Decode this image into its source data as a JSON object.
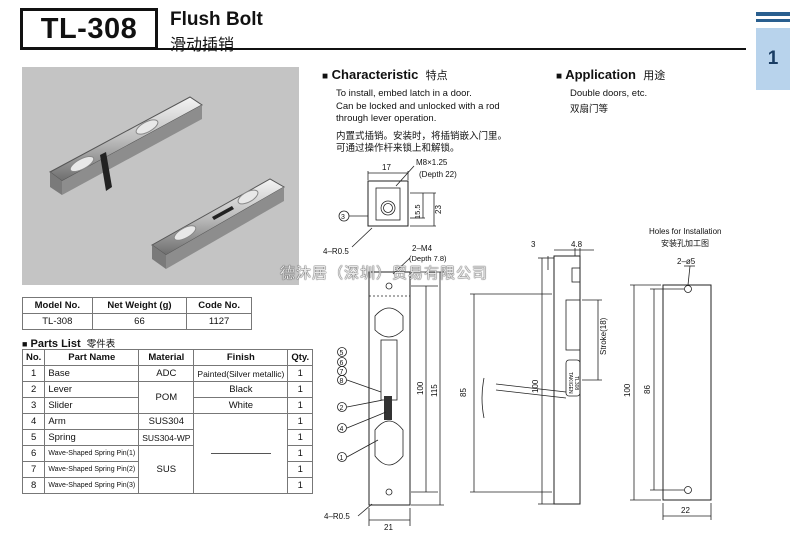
{
  "header": {
    "model": "TL-308",
    "name_en": "Flush Bolt",
    "name_cn": "滑动插销",
    "tab_number": "1"
  },
  "characteristic": {
    "title": "Characteristic",
    "title_cn": "特点",
    "lines_en": [
      "To install, embed latch in a door.",
      "Can be locked and unlocked with a rod",
      "through lever operation."
    ],
    "lines_cn": [
      "内置式插销。安装时，将插销嵌入门里。",
      "可通过操作杆来锁上和解锁。"
    ]
  },
  "application": {
    "title": "Application",
    "title_cn": "用途",
    "line_en": "Double doors, etc.",
    "line_cn": "双扇门等"
  },
  "model_table": {
    "headers": [
      "Model No.",
      "Net Weight (g)",
      "Code No."
    ],
    "row": [
      "TL-308",
      "66",
      "1127"
    ]
  },
  "parts": {
    "title": "Parts List",
    "title_cn": "零件表",
    "headers": [
      "No.",
      "Part Name",
      "Material",
      "Finish",
      "Qty."
    ],
    "rows": [
      {
        "no": "1",
        "name": "Base",
        "material": "ADC",
        "finish": "Painted(Silver metallic)",
        "qty": "1"
      },
      {
        "no": "2",
        "name": "Lever",
        "material": "POM",
        "finish": "Black",
        "qty": "1"
      },
      {
        "no": "3",
        "name": "Slider",
        "material": "",
        "finish": "White",
        "qty": "1"
      },
      {
        "no": "4",
        "name": "Arm",
        "material": "SUS304",
        "finish": "",
        "qty": "1"
      },
      {
        "no": "5",
        "name": "Spring",
        "material": "SUS304-WP",
        "finish": "",
        "qty": "1"
      },
      {
        "no": "6",
        "name": "Wave-Shaped Spring Pin(1)",
        "material": "",
        "finish": "",
        "qty": "1"
      },
      {
        "no": "7",
        "name": "Wave-Shaped Spring Pin(2)",
        "material": "SUS",
        "finish": "",
        "qty": "1"
      },
      {
        "no": "8",
        "name": "Wave-Shaped Spring Pin(3)",
        "material": "",
        "finish": "",
        "qty": "1"
      }
    ]
  },
  "drawing": {
    "dim_17": "17",
    "thread_top": "M8×1.25",
    "depth_top": "(Depth 22)",
    "dim_15_5": "15.5",
    "dim_23": "23",
    "r_top": "4–R0.5",
    "thread_mid": "2–M4",
    "depth_mid": "(Depth 7.8)",
    "dim_3": "3",
    "dim_4_8": "4.8",
    "stroke": "Stroke(18)",
    "dim_100": "100",
    "dim_115": "115",
    "dim_85": "85",
    "dim_21": "21",
    "r_bottom": "4–R0.5",
    "label_1": "1",
    "label_2": "2",
    "label_3": "3",
    "label_4": "4",
    "label_5": "5",
    "label_6": "6",
    "label_7": "7",
    "label_8": "8",
    "brand": "TAKIGEN",
    "part_code": "TL308",
    "holes_title": "Holes for Installation",
    "holes_title_cn": "安装孔加工图",
    "holes_dia": "2–ø5",
    "holes_100": "100",
    "holes_86": "86",
    "holes_22": "22"
  },
  "watermark": "德沐居（深圳）贸易有限公司",
  "colors": {
    "tab_fill": "#b8d3ec",
    "tab_text": "#1a3d63",
    "stripe": "#2a5f8f",
    "photo_bg": "#c4c4c4"
  }
}
